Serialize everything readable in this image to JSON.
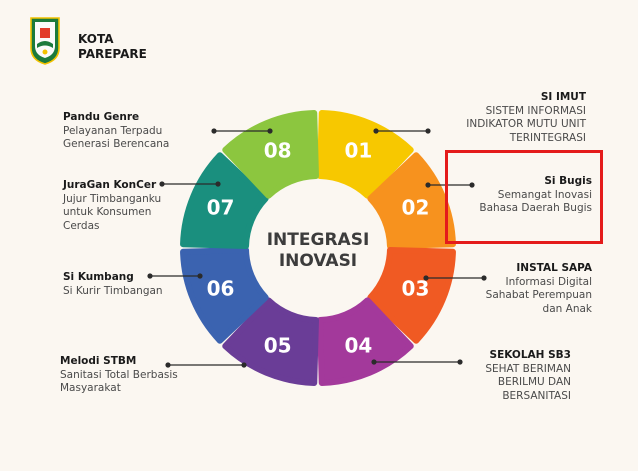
{
  "header": {
    "line1": "KOTA",
    "line2": "PAREPARE"
  },
  "center": {
    "line1": "INTEGRASI",
    "line2": "INOVASI"
  },
  "segments": [
    {
      "number": "01",
      "color": "#f7c800",
      "title": "SI IMUT",
      "subtitle": [
        "SISTEM INFORMASI",
        "INDIKATOR MUTU UNIT",
        "TERINTEGRASI"
      ]
    },
    {
      "number": "02",
      "color": "#f7921e",
      "title": "Si Bugis",
      "subtitle": [
        "Semangat Inovasi",
        "Bahasa Daerah Bugis"
      ]
    },
    {
      "number": "03",
      "color": "#f05a23",
      "title": "INSTAL SAPA",
      "subtitle": [
        "Informasi Digital",
        "Sahabat Perempuan",
        "dan Anak"
      ]
    },
    {
      "number": "04",
      "color": "#a3399b",
      "title": "SEKOLAH SB3",
      "subtitle": [
        "SEHAT BERIMAN",
        "BERILMU DAN",
        "BERSANITASI"
      ]
    },
    {
      "number": "05",
      "color": "#6a3d97",
      "title": "Melodi STBM",
      "subtitle": [
        "Sanitasi Total Berbasis",
        "Masyarakat"
      ]
    },
    {
      "number": "06",
      "color": "#3b63b0",
      "title": "Si Kumbang",
      "subtitle": [
        "Si Kurir Timbangan"
      ]
    },
    {
      "number": "07",
      "color": "#1a8f7e",
      "title": "JuraGan KonCer",
      "subtitle": [
        "Jujur Timbanganku",
        "untuk Konsumen",
        "Cerdas"
      ]
    },
    {
      "number": "08",
      "color": "#8cc63f",
      "title": "Pandu Genre",
      "subtitle": [
        "Pelayanan Terpadu",
        "Generasi Berencana"
      ]
    }
  ]
}
